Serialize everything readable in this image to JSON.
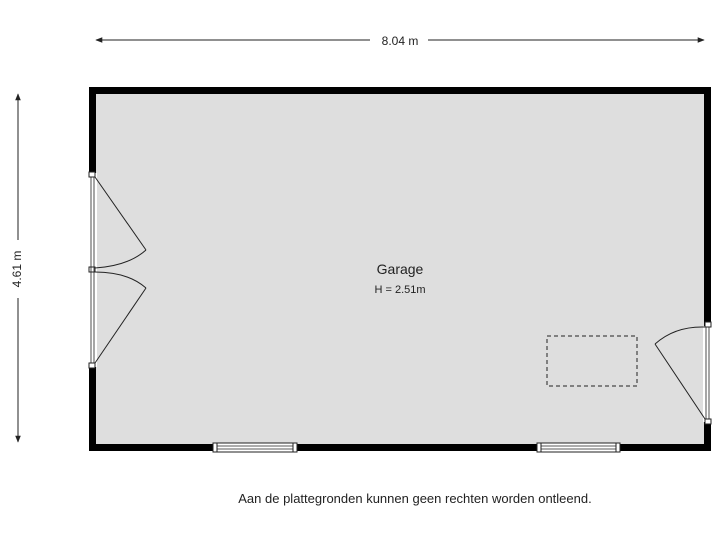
{
  "dimensions": {
    "width_label": "8.04 m",
    "height_label": "4.61 m"
  },
  "room": {
    "name": "Garage",
    "height_label": "H = 2.51m"
  },
  "disclaimer": "Aan de plattegronden kunnen geen rechten worden ontleend.",
  "colors": {
    "floor": "#dedede",
    "wall": "#000000",
    "line": "#222222"
  }
}
